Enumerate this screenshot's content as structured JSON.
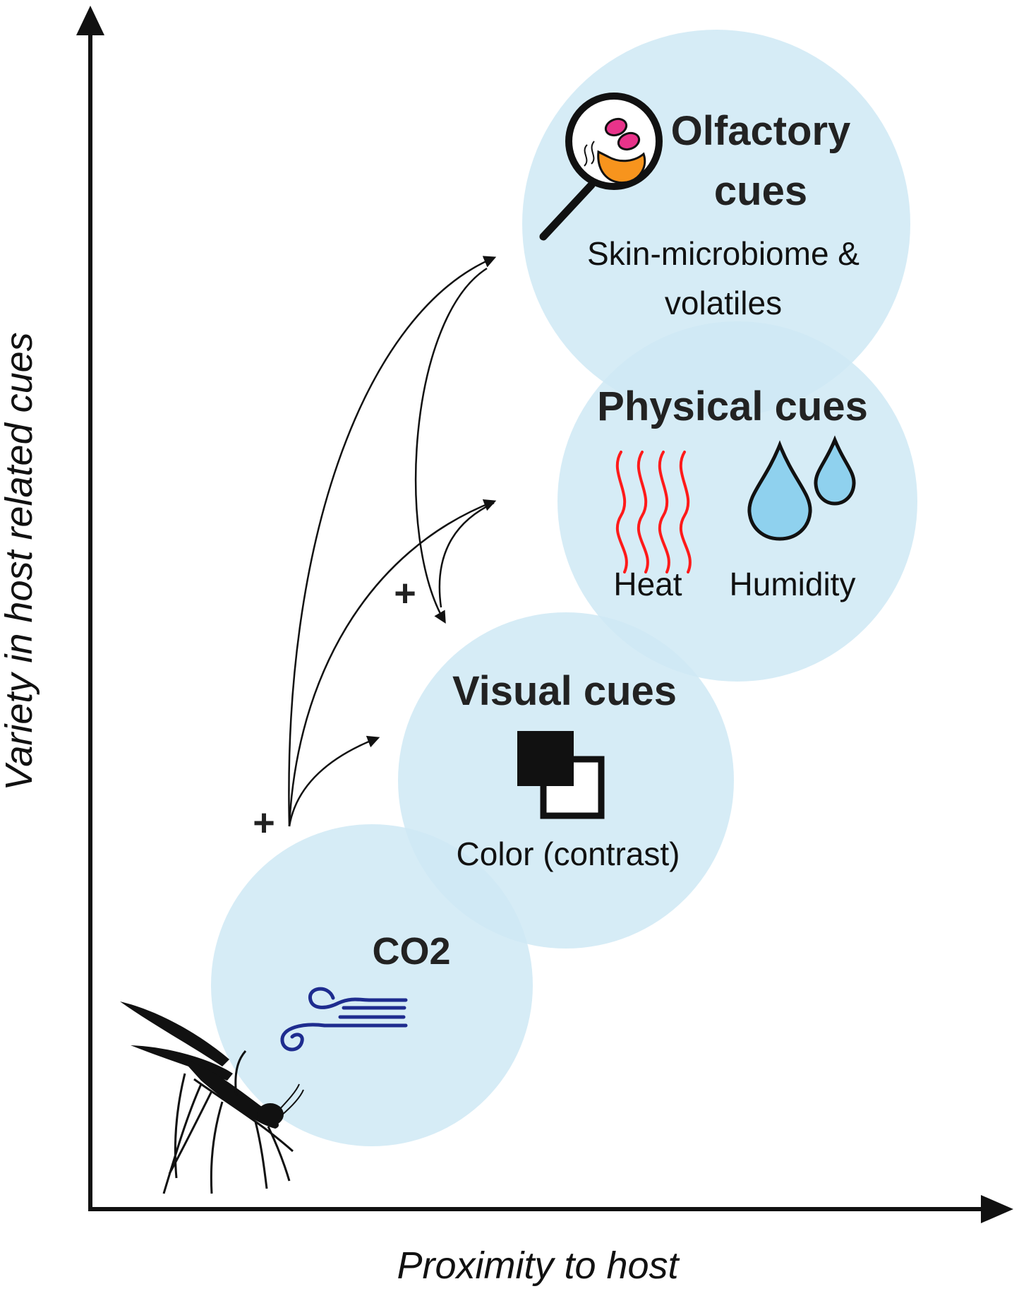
{
  "axes": {
    "y_label": "Variety in host related cues",
    "x_label": "Proximity to host"
  },
  "cues": {
    "olfactory": {
      "title_line1": "Olfactory",
      "title_line2": "cues",
      "desc_line1": "Skin-microbiome &",
      "desc_line2": "volatiles"
    },
    "physical": {
      "title": "Physical cues",
      "heat_label": "Heat",
      "humidity_label": "Humidity"
    },
    "visual": {
      "title": "Visual cues",
      "desc": "Color (contrast)"
    },
    "co2": {
      "title": "CO2"
    }
  },
  "symbols": {
    "plus_lower": "+",
    "plus_upper": "+"
  },
  "colors": {
    "circle_fill": "#cfe9f5",
    "heat_red": "#ff1a1a",
    "drop_blue": "#8fd1ee",
    "wind_blue": "#1e2c8f",
    "microbe_pink": "#e8338a",
    "microbe_orange": "#f7941d"
  },
  "icons": [
    "magnifier-microbe-icon",
    "heat-waves-icon",
    "water-drops-icon",
    "overlapping-squares-icon",
    "wind-icon",
    "mosquito-icon"
  ]
}
